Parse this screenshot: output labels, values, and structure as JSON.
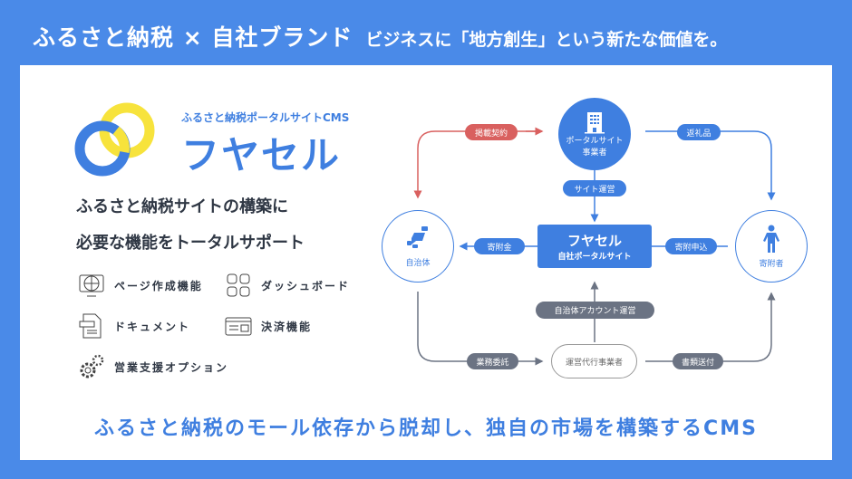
{
  "header": {
    "title": "ふるさと納税 × 自社ブランド",
    "subtitle": "ビジネスに「地方創生」という新たな価値を。"
  },
  "logo": {
    "sub": "ふるさと納税ポータルサイトCMS",
    "name": "フヤセル"
  },
  "lead": [
    "ふるさと納税サイトの構築に",
    "必要な機能をトータルサポート"
  ],
  "features": [
    "ページ作成機能",
    "ダッシュボード",
    "ドキュメント",
    "決済機能",
    "営業支援オプション"
  ],
  "diagram": {
    "portal": [
      "ポータルサイト",
      "事業者"
    ],
    "municipality": "自治体",
    "donor": "寄附者",
    "center": {
      "title": "フヤセル",
      "sub": "自社ポータルサイト"
    },
    "agent": "運営代行事業者",
    "labels": {
      "contract": "掲載契約",
      "gift": "返礼品",
      "site_ops": "サイト運営",
      "donation": "寄附金",
      "apply": "寄附申込",
      "account_ops": "自治体アカウント運営",
      "outsource": "業務委託",
      "docs": "書類送付"
    }
  },
  "tagline": "ふるさと納税のモール依存から脱却し、独自の市場を構築するCMS",
  "colors": {
    "bg": "#4a8ae8",
    "accent": "#3f7fe0",
    "red": "#d9605f",
    "gray": "#6b7383",
    "yellow": "#f7e33c"
  }
}
